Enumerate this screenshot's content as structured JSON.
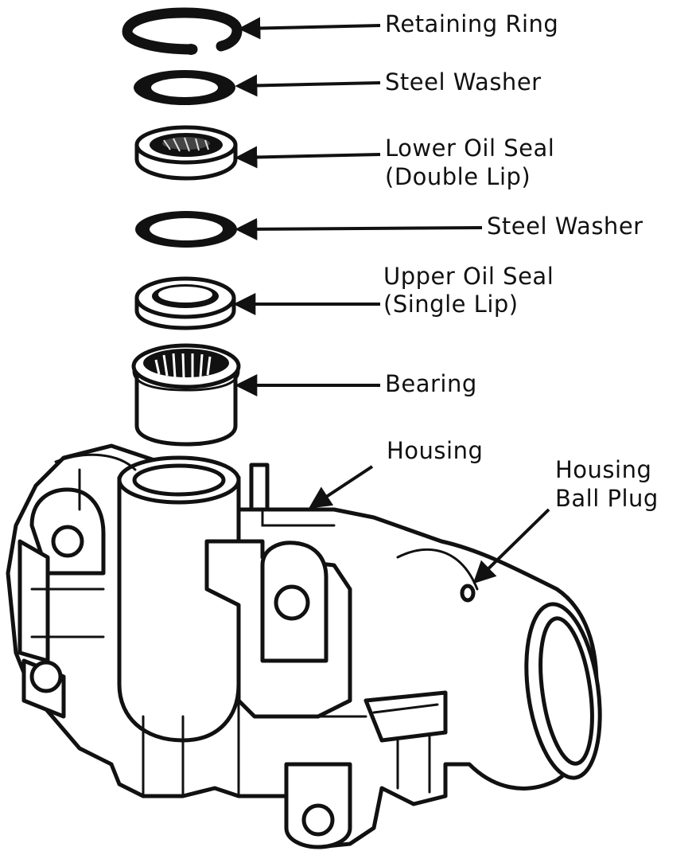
{
  "diagram": {
    "labels": {
      "retaining_ring": "Retaining Ring",
      "steel_washer_1": "Steel Washer",
      "lower_oil_seal_1": "Lower Oil Seal",
      "lower_oil_seal_2": "(Double Lip)",
      "steel_washer_2": "Steel Washer",
      "upper_oil_seal_1": "Upper Oil Seal",
      "upper_oil_seal_2": "(Single Lip)",
      "bearing": "Bearing",
      "housing": "Housing",
      "housing_ball_plug_1": "Housing",
      "housing_ball_plug_2": "Ball Plug"
    },
    "colors": {
      "ink": "#111111",
      "paper": "#ffffff"
    }
  }
}
